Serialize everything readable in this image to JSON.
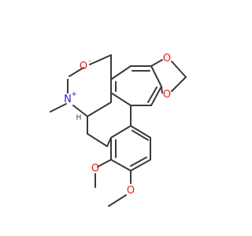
{
  "molecule": {
    "colors": {
      "bond": "#3a3a3a",
      "oxygen": "#e8211b",
      "nitrogen": "#2323d6",
      "background": "#ffffff"
    },
    "atoms": {
      "o_dioxole_top": "O",
      "o_dioxole_bottom": "O",
      "o_n_oxide": "O",
      "o_n_oxide_charge": "-",
      "n_amine": "N",
      "n_amine_charge": "+",
      "o_methoxy_upper": "O",
      "o_methoxy_lower": "O",
      "stereo_h": "H"
    }
  }
}
